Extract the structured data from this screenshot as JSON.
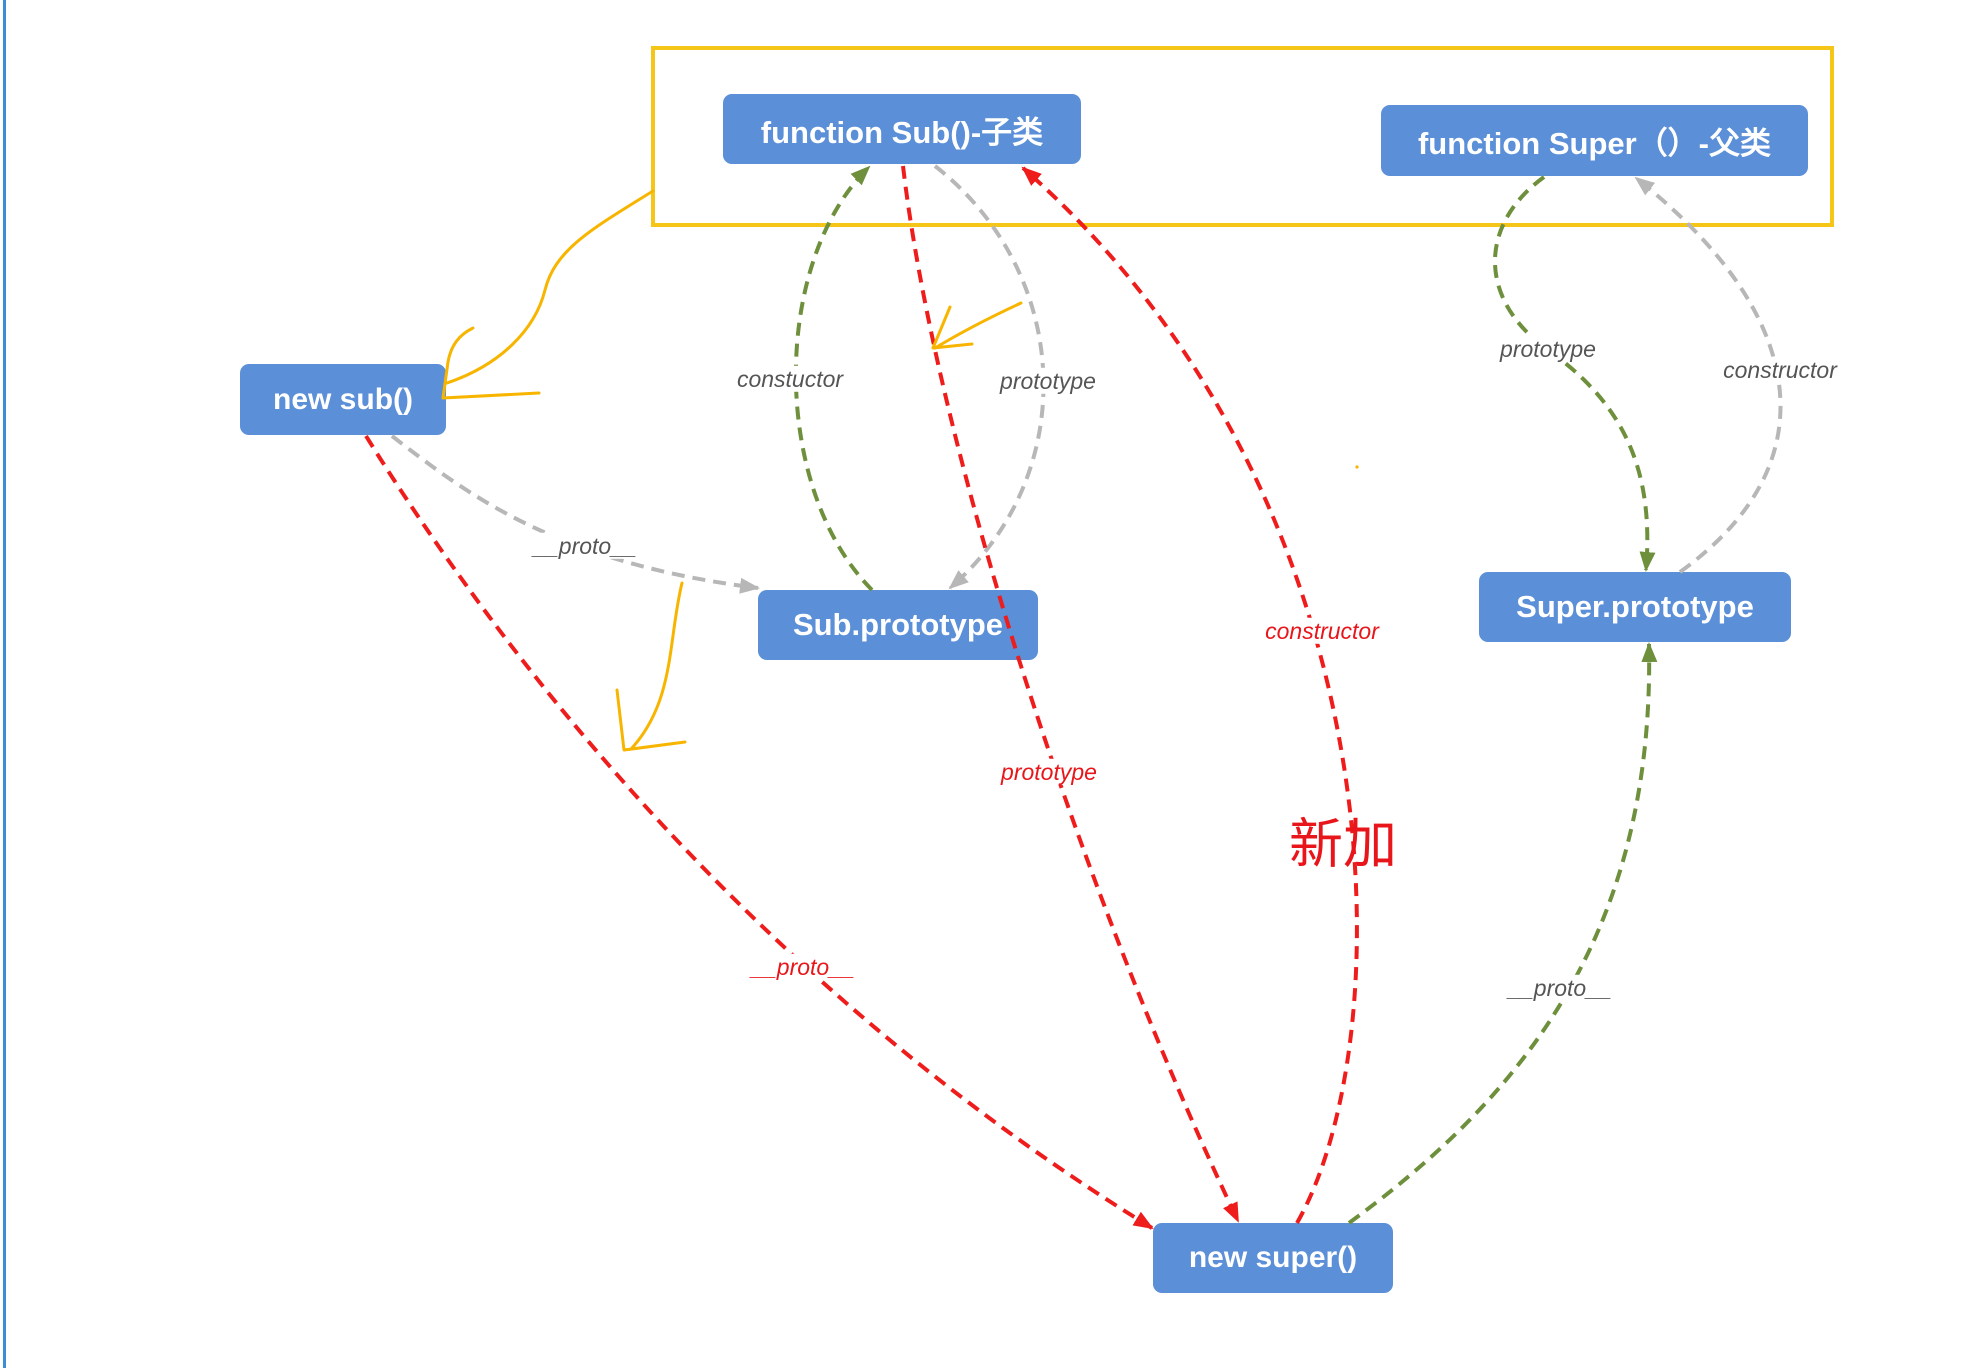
{
  "colors": {
    "page_border": "#3a8fd6",
    "highlight_box": "#f5c518",
    "hand_annotation": "#f7b500",
    "node_fill": "#5b8fd8",
    "node_text": "#ffffff",
    "edge_green": "#6e8f3b",
    "edge_gray": "#b7b7b7",
    "edge_red": "#ef1c1c",
    "label_gray": "#555555",
    "label_red": "#e8161a"
  },
  "nodes": {
    "sub_function": "function Sub()-子类",
    "super_function": "function Super（）-父类",
    "new_sub": "new sub()",
    "sub_prototype": "Sub.prototype",
    "super_prototype": "Super.prototype",
    "new_super": "new super()"
  },
  "edges": [
    {
      "label": "constuctor",
      "color": "#6e8f3b"
    },
    {
      "label": "prototype",
      "color": "#b7b7b7"
    },
    {
      "label": "__proto__",
      "color": "#b7b7b7"
    },
    {
      "label": "__proto__",
      "color": "#ef1c1c"
    },
    {
      "label": "prototype",
      "color": "#ef1c1c"
    },
    {
      "label": "constructor",
      "color": "#ef1c1c"
    },
    {
      "label": "prototype",
      "color": "#6e8f3b"
    },
    {
      "label": "constructor",
      "color": "#b7b7b7"
    },
    {
      "label": "__proto__",
      "color": "#6e8f3b"
    }
  ],
  "annotation": {
    "text": "新加"
  }
}
